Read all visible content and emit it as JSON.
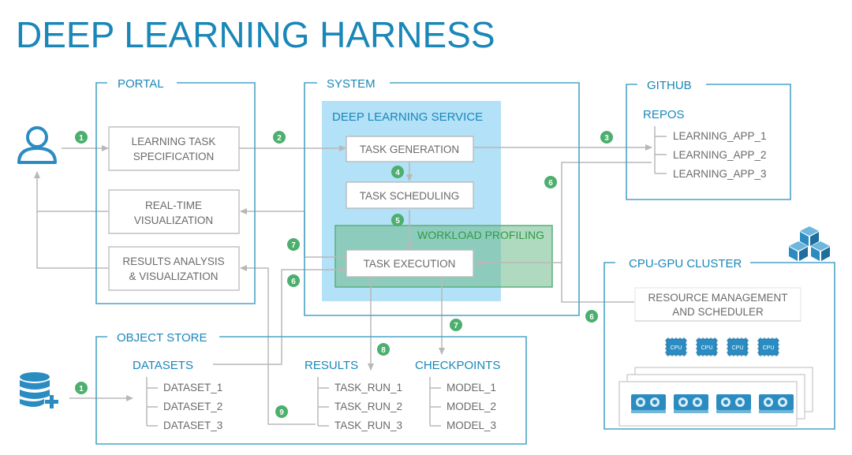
{
  "title": "DEEP LEARNING HARNESS",
  "colors": {
    "title": "#1a87b8",
    "frame": "#4aa3c7",
    "box": "#b8b8b8",
    "box_text": "#6a6a6a",
    "accent_text": "#1a87b8",
    "badge": "#4caf6e",
    "service_fill": "#b3e1f7",
    "profiling_fill": "#6dbb8c",
    "profiling_text": "#2f9a45",
    "arrow": "#b8b8b8",
    "icon": "#2b8cc2"
  },
  "icons": {
    "user": "user-icon",
    "database": "database-add-icon",
    "cluster": "cubes-icon",
    "cpu": "cpu-chip-icon",
    "gpu": "gpu-card-icon"
  },
  "portal": {
    "label": "PORTAL",
    "task_spec": [
      "LEARNING TASK",
      "SPECIFICATION"
    ],
    "realtime": [
      "REAL-TIME",
      "VISUALIZATION"
    ],
    "results_analysis": [
      "RESULTS ANALYSIS",
      "& VISUALIZATION"
    ]
  },
  "system": {
    "label": "SYSTEM",
    "service_label": "DEEP LEARNING SERVICE",
    "task_generation": "TASK GENERATION",
    "task_scheduling": "TASK SCHEDULING",
    "workload_profiling": "WORKLOAD PROFILING",
    "task_execution": "TASK EXECUTION"
  },
  "github": {
    "label": "GITHUB",
    "repos_label": "REPOS",
    "repos": [
      "LEARNING_APP_1",
      "LEARNING_APP_2",
      "LEARNING_APP_3"
    ]
  },
  "cluster": {
    "label": "CPU-GPU CLUSTER",
    "resource_mgmt": [
      "RESOURCE MANAGEMENT",
      "AND SCHEDULER"
    ],
    "cpu_label": "CPU",
    "cpu_count": 4,
    "gpu_count": 4
  },
  "object_store": {
    "label": "OBJECT STORE",
    "datasets_label": "DATASETS",
    "datasets": [
      "DATASET_1",
      "DATASET_2",
      "DATASET_3"
    ],
    "results_label": "RESULTS",
    "results": [
      "TASK_RUN_1",
      "TASK_RUN_2",
      "TASK_RUN_3"
    ],
    "checkpoints_label": "CHECKPOINTS",
    "checkpoints": [
      "MODEL_1",
      "MODEL_2",
      "MODEL_3"
    ]
  },
  "badges": {
    "b1_user": "1",
    "b2": "2",
    "b3": "3",
    "b4": "4",
    "b5": "5",
    "b6_github": "6",
    "b6_realtime": "6",
    "b6_cluster": "6",
    "b7_exec": "7",
    "b7_checkpoints": "7",
    "b8": "8",
    "b9": "9",
    "b1_db": "1"
  }
}
